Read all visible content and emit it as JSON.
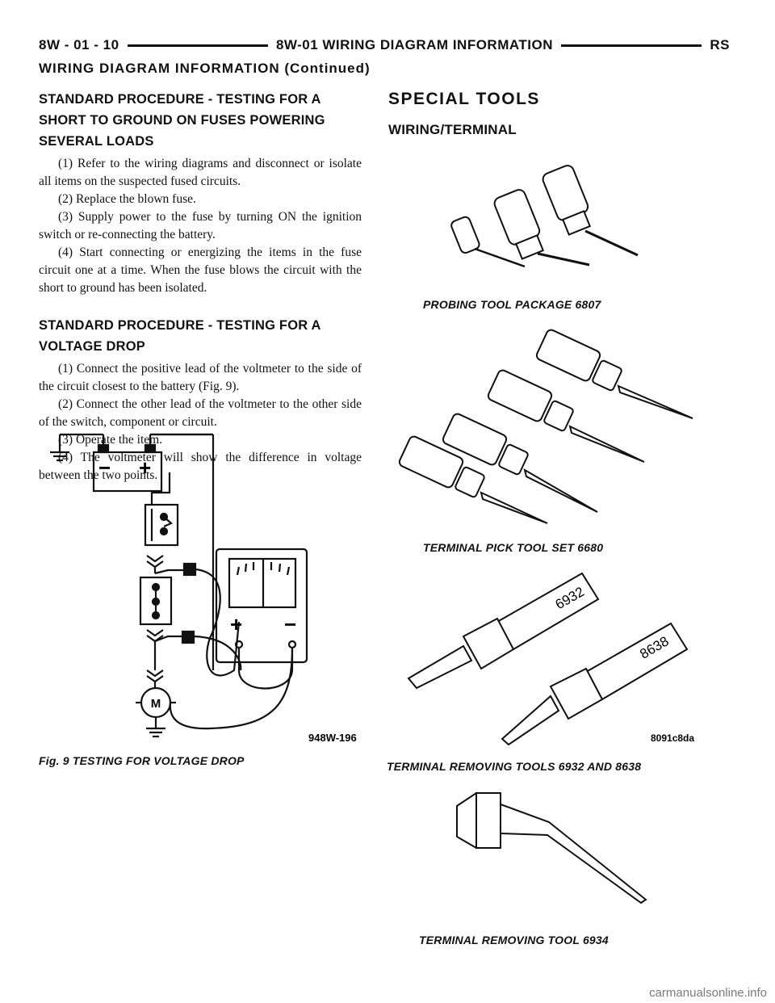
{
  "header": {
    "page_number": "8W - 01 - 10",
    "section_title": "8W-01 WIRING DIAGRAM INFORMATION",
    "model": "RS"
  },
  "subheader": "WIRING DIAGRAM INFORMATION (Continued)",
  "left": {
    "heading1": "STANDARD PROCEDURE - TESTING FOR A SHORT TO GROUND ON FUSES POWERING SEVERAL LOADS",
    "steps1": [
      "(1) Refer to the wiring diagrams and disconnect or isolate all items on the suspected fused circuits.",
      "(2) Replace the blown fuse.",
      "(3) Supply power to the fuse by turning ON the ignition switch or re-connecting the battery.",
      "(4) Start connecting or energizing the items in the fuse circuit one at a time. When the fuse blows the circuit with the short to ground has been isolated."
    ],
    "heading2": "STANDARD PROCEDURE - TESTING FOR A VOLTAGE DROP",
    "steps2": [
      "(1) Connect the positive lead of the voltmeter to the side of the circuit closest to the battery (Fig. 9).",
      "(2) Connect the other lead of the voltmeter to the other side of the switch, component or circuit.",
      "(3) Operate the item.",
      "(4) The voltmeter will show the difference in voltage between the two points."
    ],
    "figure": {
      "code": "948W-196",
      "caption": "Fig. 9 TESTING FOR VOLTAGE DROP",
      "minus": "−",
      "plus": "+",
      "motor": "M"
    }
  },
  "right": {
    "heading": "SPECIAL TOOLS",
    "subheading": "WIRING/TERMINAL",
    "tools": [
      {
        "caption": "PROBING TOOL PACKAGE 6807"
      },
      {
        "caption": "TERMINAL PICK TOOL SET 6680"
      },
      {
        "caption": "TERMINAL REMOVING TOOLS 6932 AND 8638",
        "labels": [
          "6932",
          "8638"
        ],
        "code": "8091c8da"
      },
      {
        "caption": "TERMINAL REMOVING TOOL 6934"
      }
    ]
  },
  "watermark": "carmanualsonline.info"
}
